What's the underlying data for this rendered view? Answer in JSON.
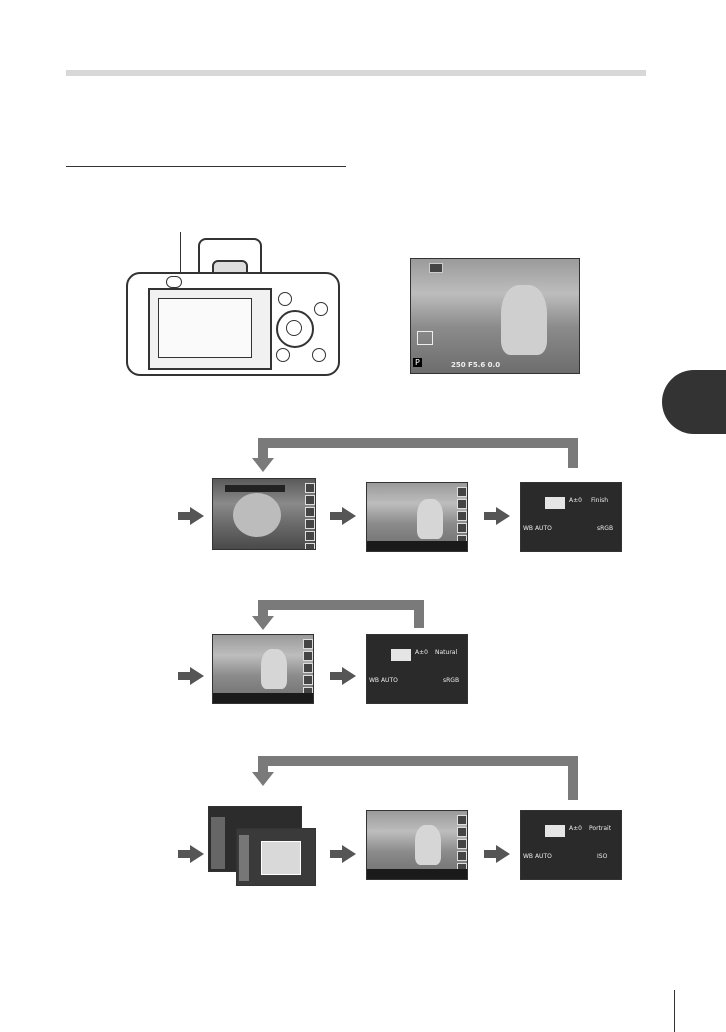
{
  "layout_labels": {
    "mode_indicator": "P",
    "screen1_bottom": "250  F5.6  0.0",
    "panel_top_left": "A±0",
    "panel_top_right_1": "Finish",
    "panel_top_right_2": "Natural",
    "panel_top_right_3": "Portrait",
    "panel_row_ws": "WB AUTO",
    "panel_row_srgb": "sRGB",
    "panel_row_iso": "ISO"
  },
  "icons": [
    "camera-back-icon",
    "mode-arrow-icon",
    "loop-arrow-icon",
    "menu-sidebar-icon"
  ],
  "colors": {
    "accent_tab": "#333333",
    "loop_arrow": "#7a7a7a",
    "separator": "#d8d8d8"
  }
}
